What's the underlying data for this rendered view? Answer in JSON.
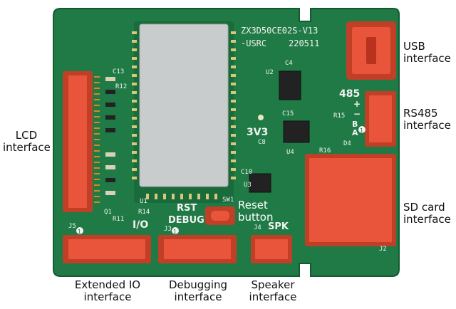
{
  "board": {
    "model_line1": "ZX3D50CE02S-V13",
    "model_line2": "-USRC",
    "date_code": "220511",
    "silk_485": "485",
    "silk_3v3": "3V3",
    "silk_rst": "RST",
    "silk_debug": "DEBUG",
    "silk_io": "I/O",
    "silk_spk": "SPK",
    "silk_sw1": "SW1",
    "silk_u1": "U1",
    "silk_u2": "U2",
    "silk_u3": "U3",
    "silk_u4": "U4",
    "silk_j2": "J2",
    "silk_j5": "J5",
    "silk_j3": "J3",
    "silk_j4": "J4",
    "silk_c13": "C13",
    "silk_r12": "R12",
    "silk_c4": "C4",
    "silk_c15": "C15",
    "silk_r16": "R16",
    "silk_r14": "R14",
    "silk_q1": "Q1",
    "silk_r11": "R11",
    "silk_d4": "D4",
    "silk_r15": "R15",
    "silk_c8": "C8",
    "silk_c10": "C10",
    "silk_b": "B",
    "silk_a": "A",
    "silk_plus": "+",
    "silk_minus": "−",
    "silk_one": "1"
  },
  "labels": {
    "lcd": "LCD\ninterface",
    "usb": "USB\ninterface",
    "rs485": "RS485\ninterface",
    "sdcard": "SD card\ninterface",
    "reset": "Reset\nbutton",
    "extio": "Extended IO\ninterface",
    "debug": "Debugging\ninterface",
    "speaker": "Speaker\ninterface"
  },
  "colors": {
    "pcb": "#1f7a45",
    "pcb_dark": "#176338",
    "connector": "#e8553a",
    "connector_dark": "#c23f27",
    "module": "#c9cccc",
    "silk": "#f2f2f2"
  }
}
